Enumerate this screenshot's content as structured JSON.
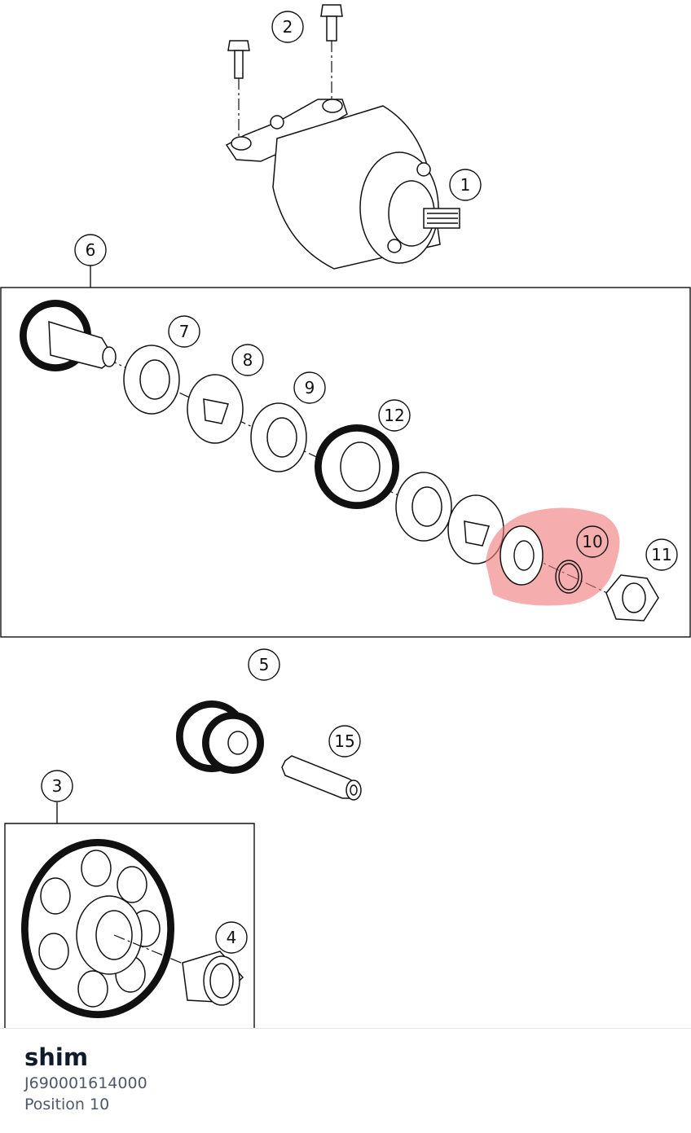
{
  "diagram": {
    "callouts": {
      "c1": "1",
      "c2": "2",
      "c3": "3",
      "c4": "4",
      "c5": "5",
      "c6": "6",
      "c7": "7",
      "c8": "8",
      "c9": "9",
      "c10": "10",
      "c11": "11",
      "c12": "12",
      "c15": "15"
    },
    "highlight_color": "#f07a7a"
  },
  "selected_part": {
    "name": "shim",
    "number": "J690001614000",
    "position_label": "Position",
    "position_value": "10"
  }
}
